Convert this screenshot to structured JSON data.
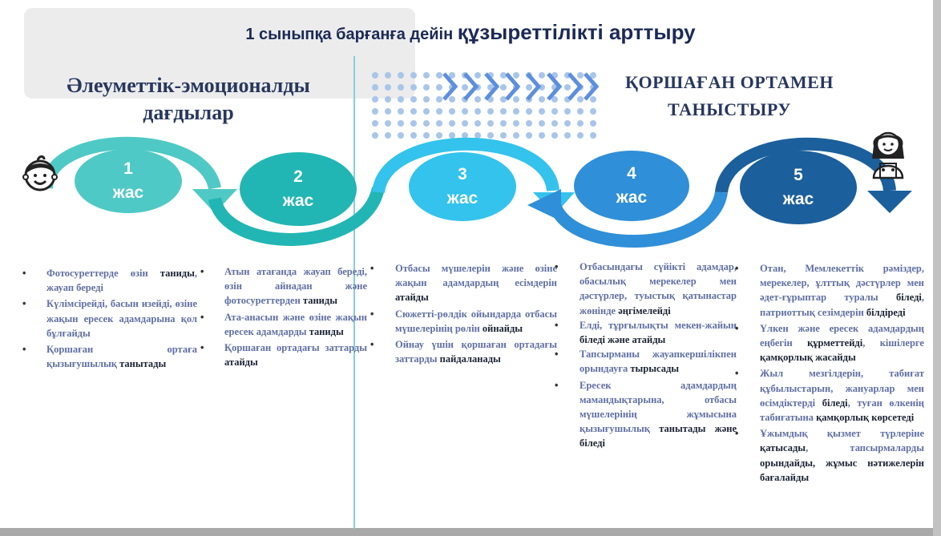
{
  "title": {
    "part1": "1 сыныпқа барғанға дейін ",
    "part2": "құзыреттілікті арттыру"
  },
  "left_heading": {
    "line1": "Әлеуметтік-эмоционалды",
    "line2": "дағдылар"
  },
  "right_heading": {
    "line1": "ҚОРШАҒАН ОРТАМЕН",
    "line2": "ТАНЫСТЫРУ"
  },
  "ages": [
    {
      "num": "1",
      "label": "жас",
      "color": "#4fc9c5"
    },
    {
      "num": "2",
      "label": "жас",
      "color": "#21b6b3"
    },
    {
      "num": "3",
      "label": "жас",
      "color": "#33c3ec"
    },
    {
      "num": "4",
      "label": "жас",
      "color": "#2f8fd8"
    },
    {
      "num": "5",
      "label": "жас",
      "color": "#1b5f9c"
    }
  ],
  "icons": {
    "boy": "boy-face-icon",
    "girl": "girl-icon",
    "chevrons": "chevron-right-icon",
    "dots": "dot-grid"
  },
  "columns": {
    "c1": [
      {
        "a": "Фотосуреттерде өзін ",
        "b": "таниды",
        "c": ", жауап береді",
        "d": ""
      },
      {
        "a": "Күлімсірейді, басын изейді, өзіне жақын ересек адамдарына қол бұлғайды",
        "b": "",
        "c": "",
        "d": ""
      },
      {
        "a": "Қоршаған ортаға қызығушылық ",
        "b": "танытады",
        "c": "",
        "d": ""
      }
    ],
    "c2": [
      {
        "a": "Атын атағанда жауап береді, өзін айнадан және фотосуреттерден ",
        "b": "таниды",
        "c": "",
        "d": ""
      },
      {
        "a": "Ата-анасын және өзіне жақын ересек адамдарды ",
        "b": "таниды",
        "c": "",
        "d": ""
      },
      {
        "a": "Қоршаған ортадағы заттарды ",
        "b": "атайды",
        "c": "",
        "d": ""
      }
    ],
    "c3": [
      {
        "a": "Отбасы мүшелерін және өзіне жақын адамдардың есімдерін ",
        "b": "атайды",
        "c": "",
        "d": ""
      },
      {
        "a": "Сюжетті-рөлдік ойындарда отбасы мүшелерінің рөлін ",
        "b": "ойнайды",
        "c": "",
        "d": ""
      },
      {
        "a": "Ойнау үшін қоршаған ортадағы заттарды ",
        "b": "пайдаланады",
        "c": "",
        "d": ""
      }
    ],
    "c4": [
      {
        "a": "Отбасындағы сүйікті адамдар, обасылық мерекелер мен дәстүрлер, туыстық қатынастар жөнінде ",
        "b": "әңгімелейді",
        "c": "",
        "d": ""
      },
      {
        "a": "Елді, тұрғылықты мекен-жайын ",
        "b": "біледі және атайды",
        "c": "",
        "d": ""
      },
      {
        "a": "Тапсырманы жауапкершілікпен орындауға ",
        "b": "тырысады",
        "c": "",
        "d": ""
      },
      {
        "a": "Ересек адамдардың мамандықтарына, отбасы мүшелерінің жұмысына қызығушылық ",
        "b": "танытады және біледі",
        "c": "",
        "d": ""
      }
    ],
    "c5": [
      {
        "a": "Отан, Мемлекеттік рәміздер, мерекелер, ұлттық дәстүрлер мен әдет-ғұрыптар туралы ",
        "b": "біледі",
        "c": ", патриоттық сезімдерін ",
        "d": "білдіреді"
      },
      {
        "a": "Үлкен және ересек адамдардың еңбегін ",
        "b": "құрметтейді",
        "c": ", кішілерге ",
        "d": "қамқорлық жасайды"
      },
      {
        "a": "Жыл мезгілдерін, табиғат құбылыстарын, жануарлар мен өсімдіктерді ",
        "b": "біледі",
        "c": ", туған өлкенің табиғатына ",
        "d": "қамқорлық көрсетеді"
      },
      {
        "a": "Ұжымдық қызмет түрлеріне ",
        "b": "қатысады",
        "c": ", тапсырмаларды ",
        "d": "орындайды, жұмыс нәтижелерін бағалайды"
      }
    ]
  }
}
